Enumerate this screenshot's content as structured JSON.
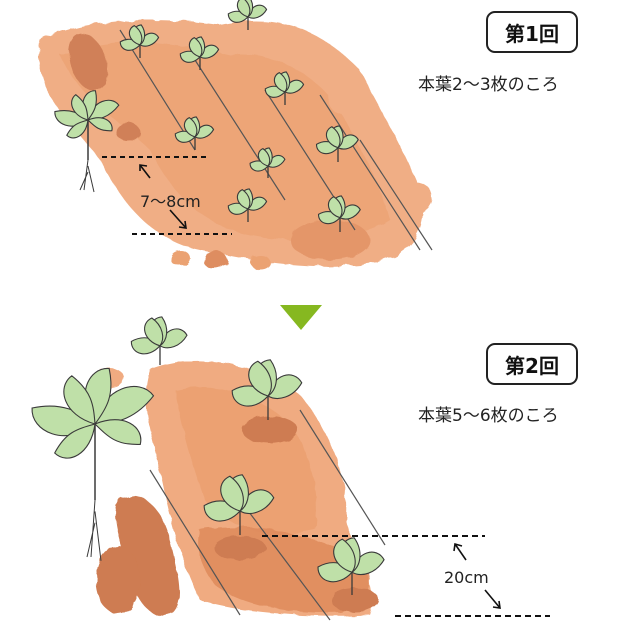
{
  "stage1": {
    "badge": "第1回",
    "caption": "本葉2～3枚のころ",
    "spacing": "7～8cm"
  },
  "stage2": {
    "badge": "第2回",
    "caption": "本葉5～6枚のころ",
    "spacing": "20cm"
  },
  "colors": {
    "soil": "#e8925a",
    "soil_dark": "#c86a3a",
    "leaf": "#bfe0a8",
    "leaf_line": "#3a3a3a",
    "arrow": "#86b820"
  },
  "arrow_icon": "down-triangle-icon"
}
